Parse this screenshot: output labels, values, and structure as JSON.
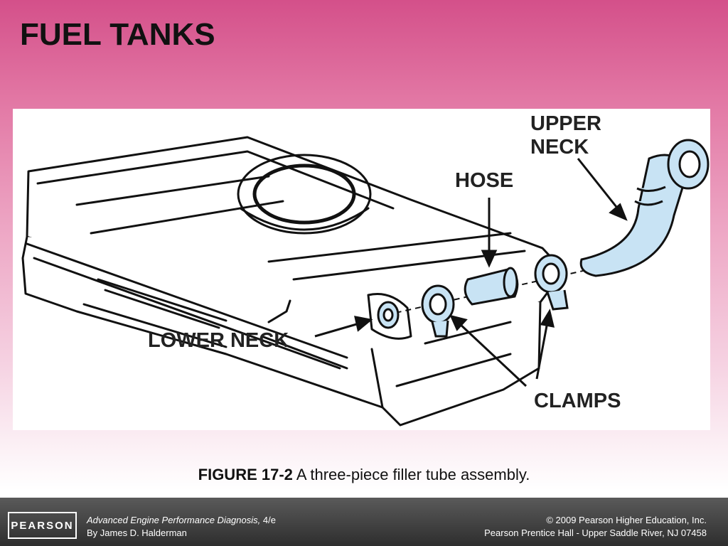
{
  "slide": {
    "title": "FUEL TANKS"
  },
  "diagram": {
    "labels": {
      "upper_neck_line1": "UPPER",
      "upper_neck_line2": "NECK",
      "hose": "HOSE",
      "lower_neck": "LOWER NECK",
      "clamps": "CLAMPS"
    },
    "colors": {
      "part_fill": "#c8e3f4",
      "line": "#111111",
      "background": "#ffffff"
    }
  },
  "caption": {
    "figure_number": "FIGURE 17-2",
    "text": "A three-piece filler tube assembly."
  },
  "footer": {
    "logo": "PEARSON",
    "book_title": "Advanced Engine Performance Diagnosis,",
    "edition": "4/e",
    "author": "By James D. Halderman",
    "copyright": "© 2009 Pearson Higher Education, Inc.",
    "publisher": "Pearson Prentice Hall - Upper Saddle River, NJ 07458"
  }
}
